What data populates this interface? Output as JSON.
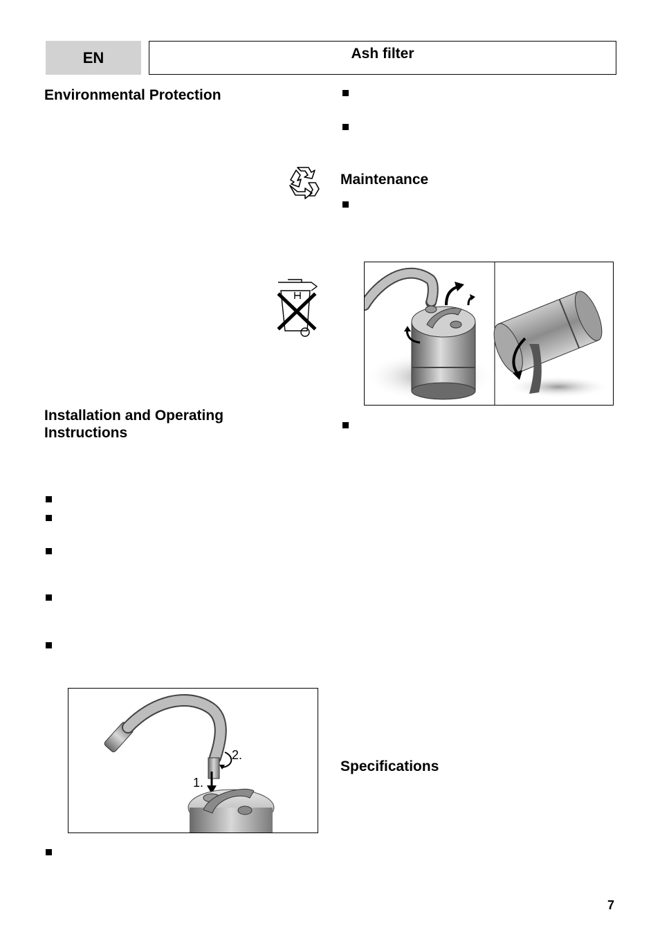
{
  "header": {
    "language": "EN",
    "title": "Ash filter"
  },
  "sections": {
    "environmental_protection": "Environmental Protection",
    "installation": "Installation and Operating Instructions",
    "maintenance": "Maintenance",
    "specifications": "Specifications"
  },
  "figures": {
    "hose_fitting": {
      "step_1": "1.",
      "step_2": "2."
    }
  },
  "icons": {
    "recycling": "recycling-icon",
    "no_household_waste": "crossed-out-bin-icon"
  },
  "footer": {
    "page_number": "7"
  }
}
